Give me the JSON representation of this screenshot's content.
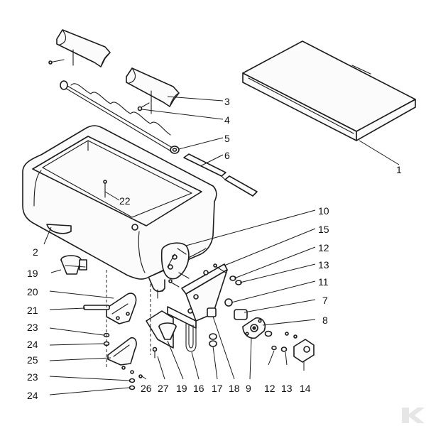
{
  "diagram": {
    "callouts": [
      {
        "id": "1",
        "label": "1"
      },
      {
        "id": "2",
        "label": "2"
      },
      {
        "id": "3",
        "label": "3"
      },
      {
        "id": "4",
        "label": "4"
      },
      {
        "id": "5",
        "label": "5"
      },
      {
        "id": "6",
        "label": "6"
      },
      {
        "id": "7",
        "label": "7"
      },
      {
        "id": "8",
        "label": "8"
      },
      {
        "id": "9",
        "label": "9"
      },
      {
        "id": "10",
        "label": "10"
      },
      {
        "id": "11",
        "label": "11"
      },
      {
        "id": "12a",
        "label": "12"
      },
      {
        "id": "12b",
        "label": "12"
      },
      {
        "id": "13a",
        "label": "13"
      },
      {
        "id": "13b",
        "label": "13"
      },
      {
        "id": "14",
        "label": "14"
      },
      {
        "id": "15",
        "label": "15"
      },
      {
        "id": "16",
        "label": "16"
      },
      {
        "id": "17",
        "label": "17"
      },
      {
        "id": "18",
        "label": "18"
      },
      {
        "id": "19a",
        "label": "19"
      },
      {
        "id": "19b",
        "label": "19"
      },
      {
        "id": "20",
        "label": "20"
      },
      {
        "id": "21",
        "label": "21"
      },
      {
        "id": "22",
        "label": "22"
      },
      {
        "id": "23a",
        "label": "23"
      },
      {
        "id": "23b",
        "label": "23"
      },
      {
        "id": "24a",
        "label": "24"
      },
      {
        "id": "24b",
        "label": "24"
      },
      {
        "id": "25",
        "label": "25"
      },
      {
        "id": "26",
        "label": "26"
      },
      {
        "id": "27",
        "label": "27"
      }
    ],
    "logo_icon": "k-logo-icon"
  }
}
